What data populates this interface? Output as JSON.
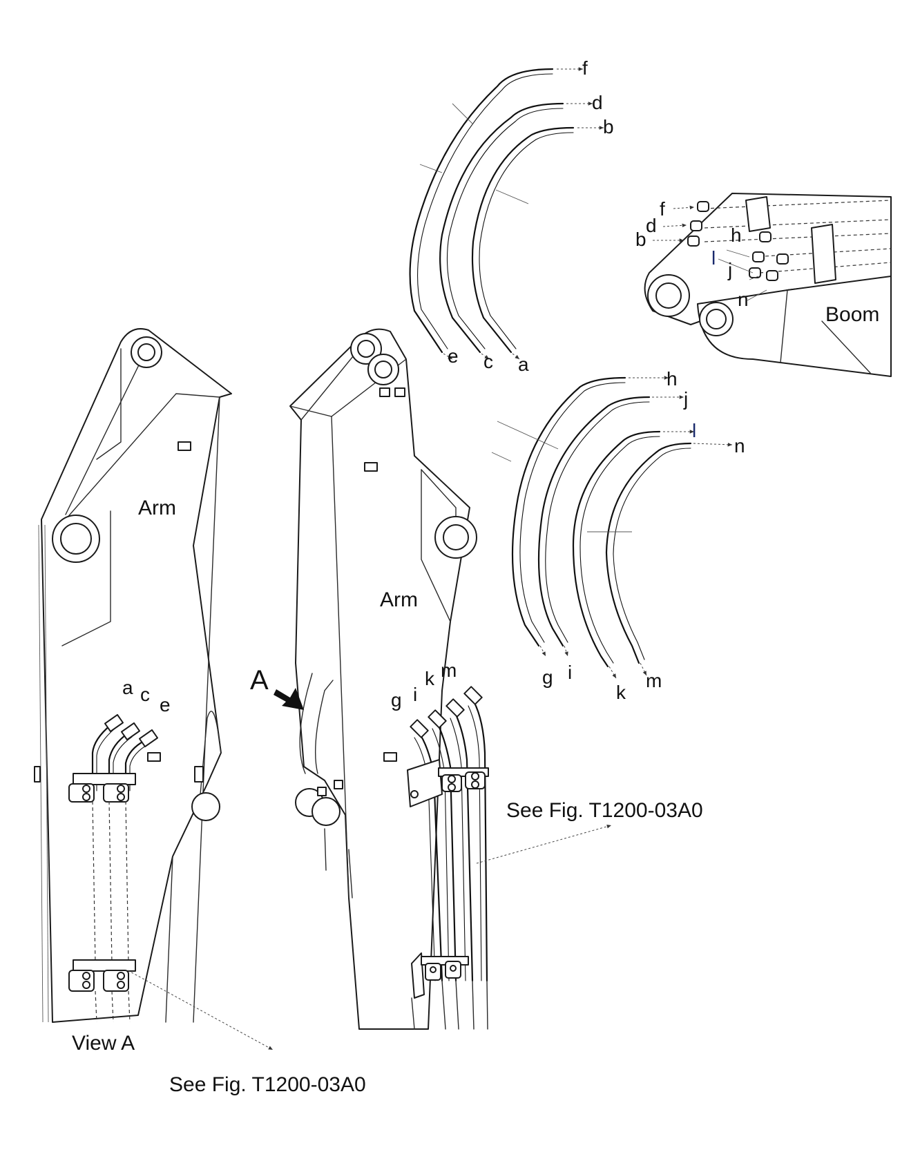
{
  "labels": {
    "arm_left": "Arm",
    "arm_center": "Arm",
    "boom": "Boom",
    "view_a": "View A",
    "arrow_a": "A",
    "see_fig_1": "See Fig. T1200-03A0",
    "see_fig_2": "See Fig. T1200-03A0"
  },
  "hose_labels": {
    "a": "a",
    "b": "b",
    "c": "c",
    "d": "d",
    "e": "e",
    "f": "f",
    "g": "g",
    "h": "h",
    "i": "i",
    "j": "j",
    "k": "k",
    "l": "l",
    "m": "m",
    "n": "n"
  },
  "colors": {
    "line": "#1a1a1a",
    "background": "#ffffff",
    "accent_label_l": "#1a2a6c"
  }
}
